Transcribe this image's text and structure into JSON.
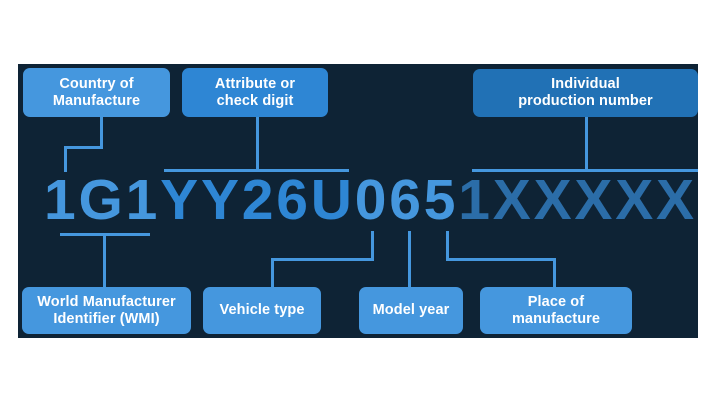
{
  "colors": {
    "bg_navy": "#0e2335",
    "light_blue": "#4597de",
    "vivid_blue": "#2e86d4",
    "dark_blue": "#2171b5",
    "serial_blue": "#2b6da8",
    "label_text": "#ffffff"
  },
  "vin": {
    "full": "1G1YY26U0651XXXXX",
    "wmi": "1G1",
    "descriptor": "YY26U",
    "check_year_plant": "065",
    "serial": "1XXXXX"
  },
  "boxes": {
    "country": {
      "line1": "Country of",
      "line2": "Manufacture"
    },
    "attribute": {
      "line1": "Attribute or",
      "line2": "check digit"
    },
    "individual": {
      "line1": "Individual",
      "line2": "production number"
    },
    "wmi": {
      "line1": "World Manufacturer",
      "line2": "Identifier (WMI)"
    },
    "vehicle_type": {
      "line1": "Vehicle type"
    },
    "model_year": {
      "line1": "Model year"
    },
    "place": {
      "line1": "Place of",
      "line2": "manufacture"
    }
  }
}
